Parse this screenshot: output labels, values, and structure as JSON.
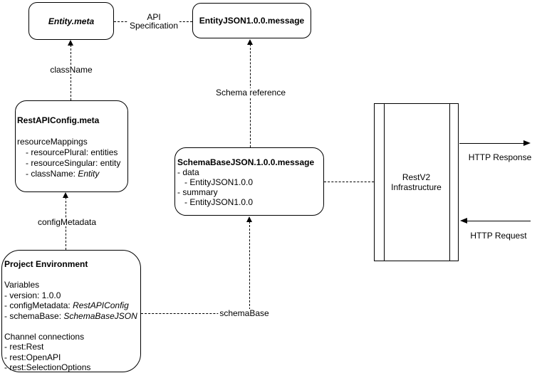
{
  "canvas": {
    "background_color": "#ffffff",
    "stroke_color": "#000000"
  },
  "nodes": {
    "entity_meta": {
      "title": "Entity.meta"
    },
    "entity_json": {
      "title": "EntityJSON1.0.0.message"
    },
    "rest_api_config": {
      "title": "RestAPIConfig.meta",
      "line_resource_mappings": "resourceMappings",
      "line_resource_plural": "- resourcePlural: entities",
      "line_resource_singular": "- resourceSingular: entity",
      "line_class_name_label": "- className: ",
      "line_class_name_value": "Entity"
    },
    "schema_base_json": {
      "title": "SchemaBaseJSON.1.0.0.message",
      "line_data": "- data",
      "line_data_type": "- EntityJSON1.0.0",
      "line_summary": "- summary",
      "line_summary_type": "- EntityJSON1.0.0"
    },
    "project_environment": {
      "title": "Project Environment",
      "line_variables": "Variables",
      "line_version": "- version: 1.0.0",
      "line_config_metadata_label": "- configMetadata: ",
      "line_config_metadata_value": "RestAPIConfig",
      "line_schema_base_label": "- schemaBase: ",
      "line_schema_base_value": "SchemaBaseJSON",
      "line_channel_connections": "Channel connections",
      "line_rest_rest": "- rest:Rest",
      "line_rest_openapi": "- rest:OpenAPI",
      "line_rest_selection_options": "- rest:SelectionOptions"
    },
    "restv2_infrastructure": {
      "title_line1": "RestV2",
      "title_line2": "Infrastructure"
    }
  },
  "edges": {
    "api_specification": {
      "label_line1": "API",
      "label_line2": "Specification"
    },
    "class_name": {
      "label": "className"
    },
    "schema_reference": {
      "label": "Schema reference"
    },
    "config_metadata": {
      "label": "configMetadata"
    },
    "schema_base": {
      "label": "schemaBase"
    },
    "http_response": {
      "label": "HTTP Response"
    },
    "http_request": {
      "label": "HTTP Request"
    }
  }
}
